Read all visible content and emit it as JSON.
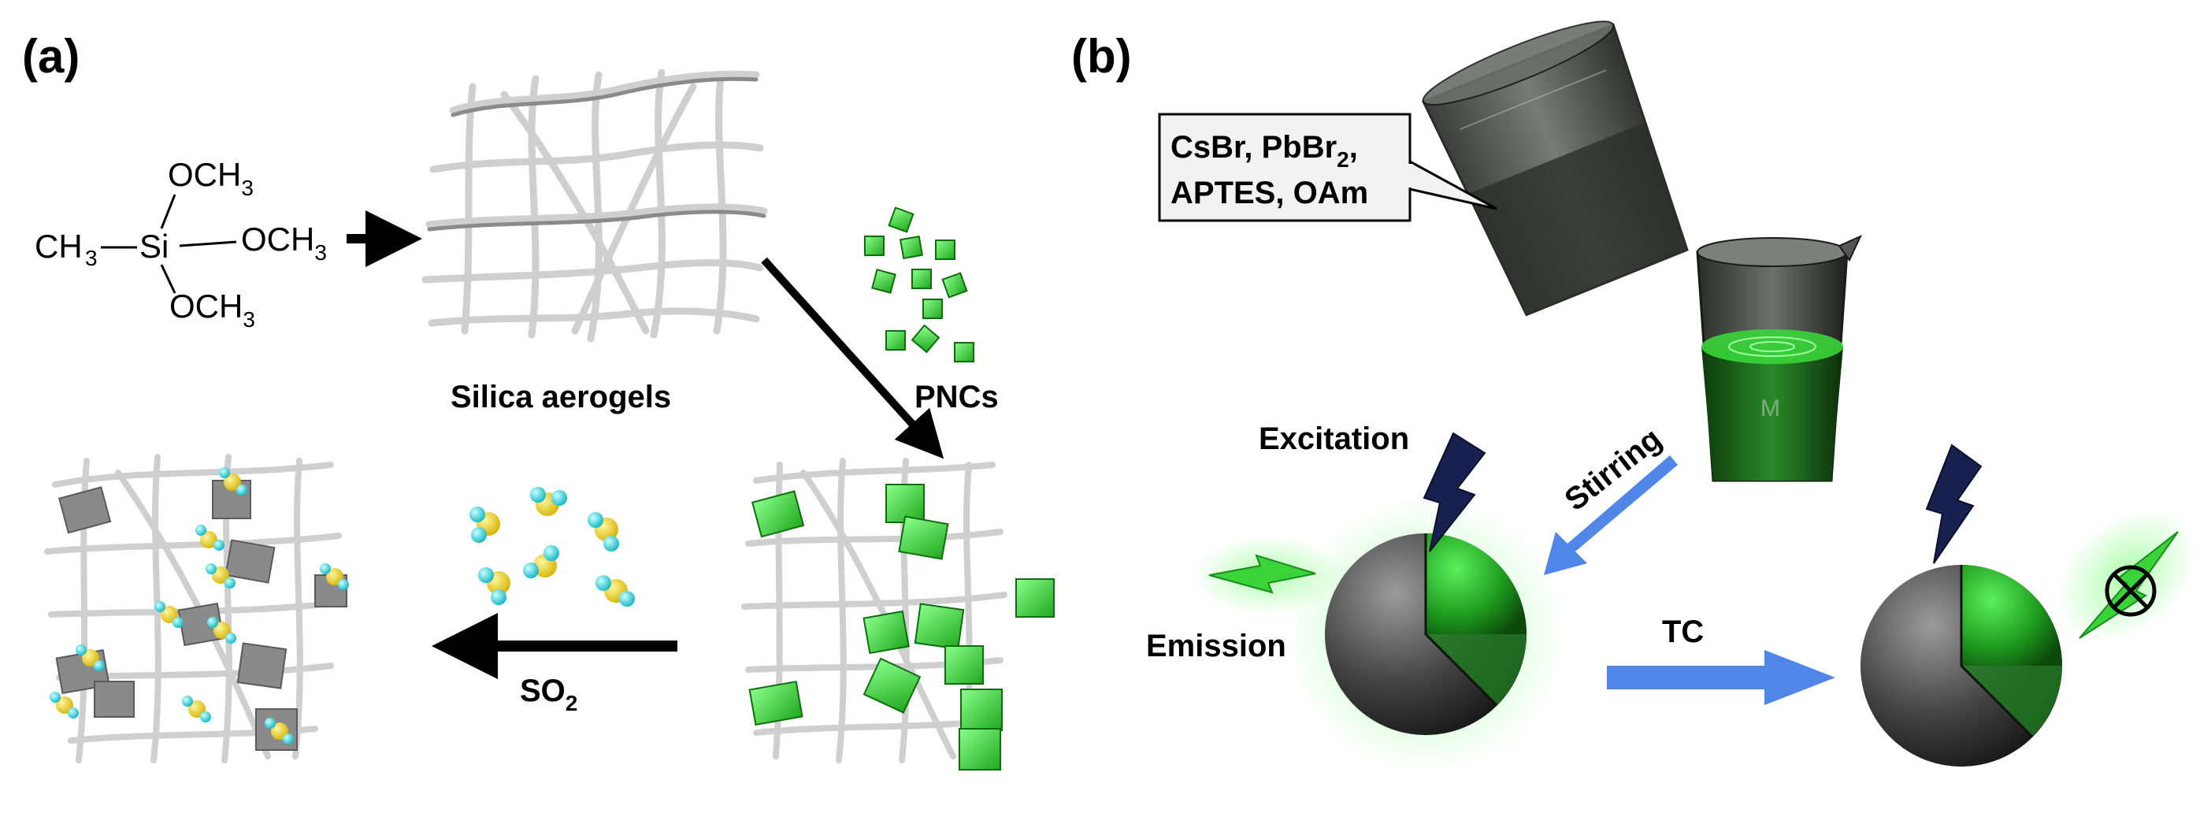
{
  "panel_a": {
    "label": "(a)",
    "chem": {
      "och3_top": "OCH",
      "och3_right": "OCH",
      "och3_bottom": "OCH",
      "sub3": "3",
      "ch3_left": "CH",
      "si": "Si"
    },
    "silica_label": "Silica aerogels",
    "pncs_label": "PNCs",
    "so2_label": "SO",
    "so2_sub": "2"
  },
  "panel_b": {
    "label": "(b)",
    "callout_line1_a": "CsBr, PbBr",
    "callout_line1_sub": "2",
    "callout_line1_b": ",",
    "callout_line2": "APTES, OAm",
    "beaker_mark": "M",
    "stirring_label": "Stirring",
    "excitation_label": "Excitation",
    "emission_label": "Emission",
    "tc_label": "TC"
  },
  "colors": {
    "green": "#3ad43a",
    "gray_rod": "#dcdcdc",
    "sulfur": "#f2d21a",
    "oxygen": "#2ee0ea",
    "navy_bolt": "#17204e",
    "blue_arrow": "#4f86e8"
  }
}
